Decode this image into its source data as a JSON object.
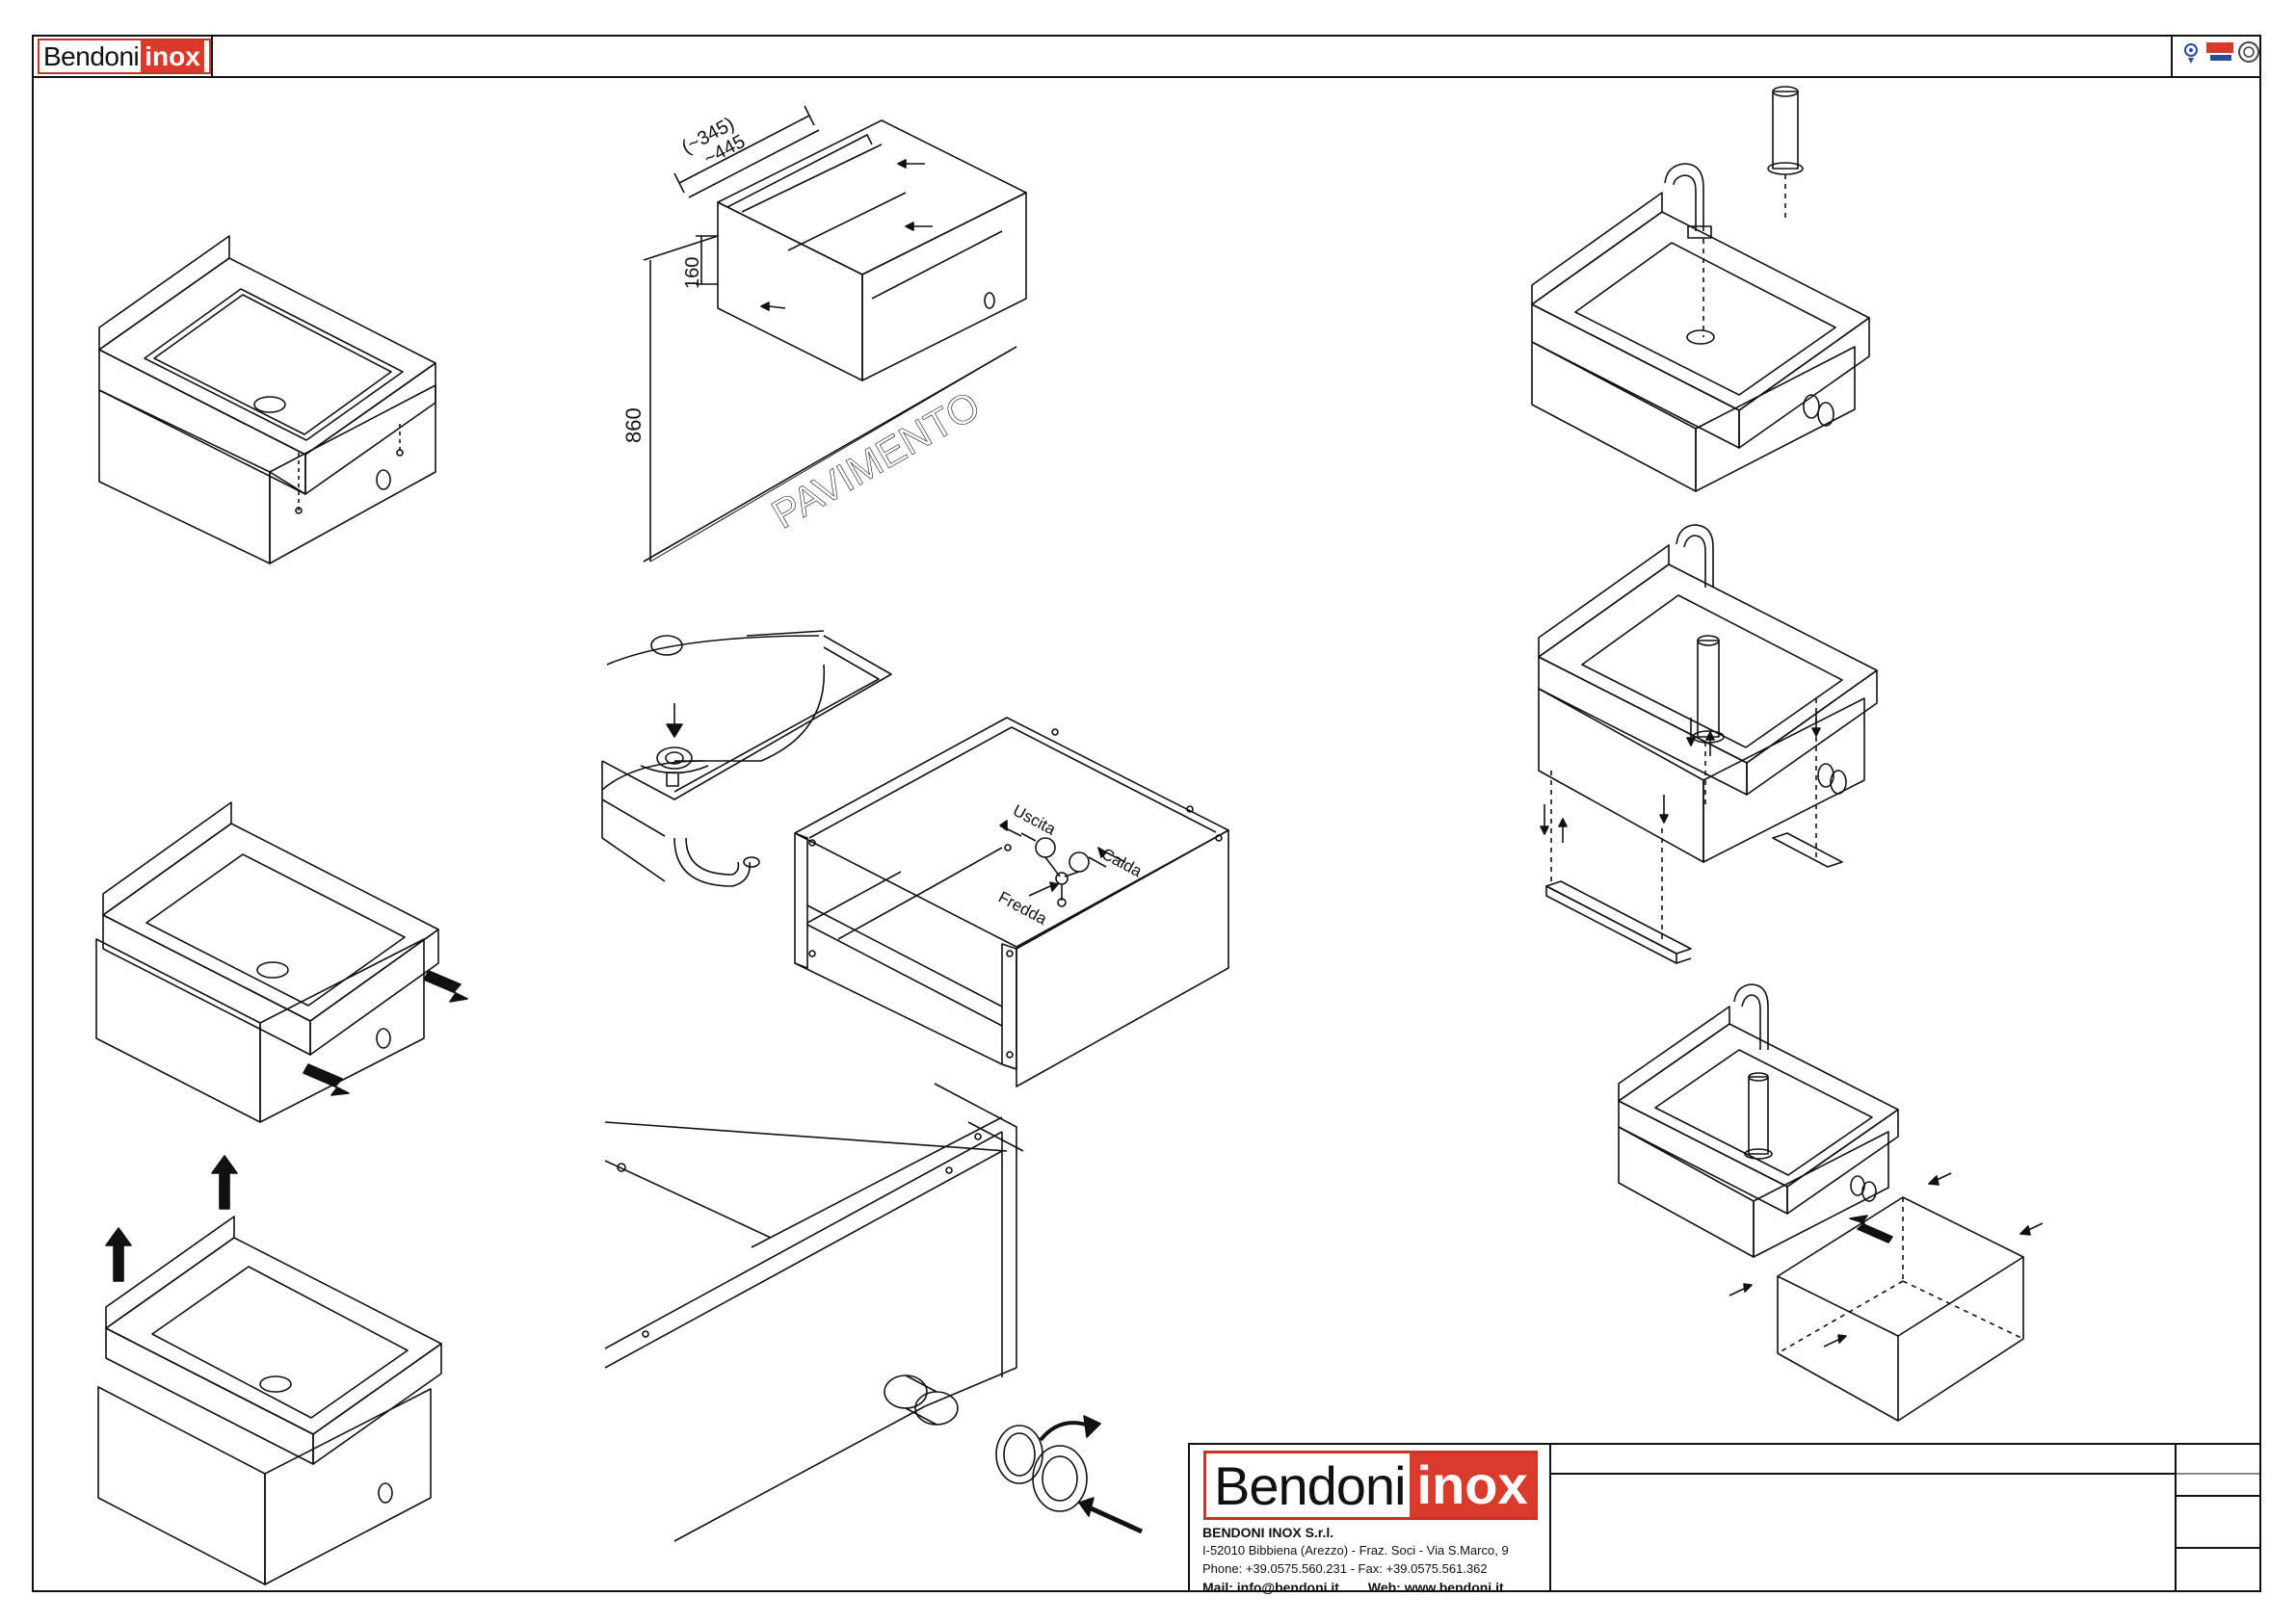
{
  "header": {
    "logo_left": "Bendoni",
    "logo_right": "inox"
  },
  "drawing_labels": {
    "dim_depth_bracket": "(~345)",
    "dim_depth": "~445",
    "dim_height_small": "160",
    "dim_height": "860",
    "floor": "PAVIMENTO",
    "outlet": "Uscita",
    "hot": "Calda",
    "cold": "Fredda"
  },
  "title_block": {
    "logo_left": "Bendoni",
    "logo_right": "inox",
    "company": "BENDONI INOX S.r.l.",
    "address": "I-52010 Bibbiena (Arezzo) - Fraz. Soci - Via S.Marco, 9",
    "phone": "Phone: +39.0575.560.231 - Fax: +39.0575.561.362",
    "mail": "Mail: info@bendoni.it",
    "web": "Web: www.bendoni.it"
  },
  "colors": {
    "brand_red": "#d93a2b",
    "line": "#111111"
  }
}
